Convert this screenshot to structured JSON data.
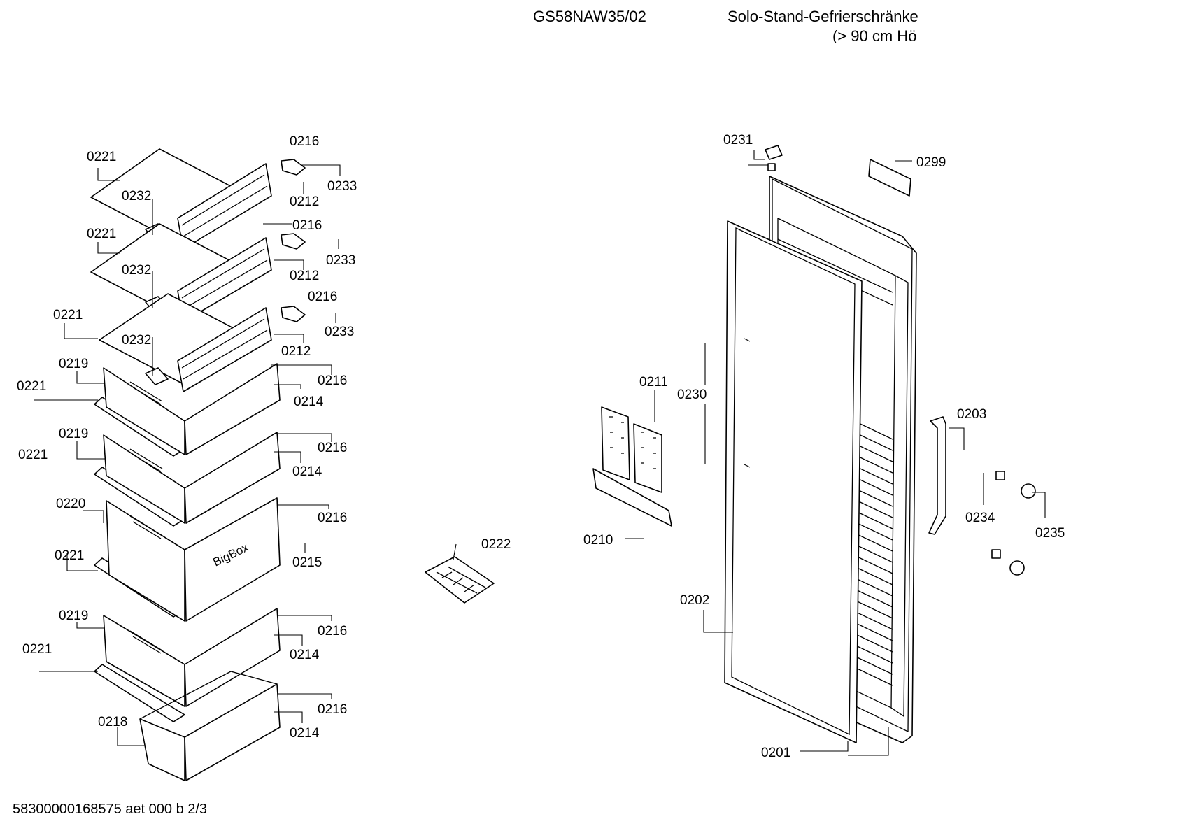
{
  "header": {
    "model": "GS58NAW35/02",
    "category": "Solo-Stand-Gefrierschränke",
    "category_cont": "(> 90 cm Hö"
  },
  "footer": {
    "doc_id": "58300000168575 aet 000 b 2/3"
  },
  "drawer_print": "BigBox",
  "labels": [
    "0221",
    "0232",
    "0216",
    "0233",
    "0212",
    "0221",
    "0232",
    "0216",
    "0233",
    "0212",
    "0221",
    "0232",
    "0216",
    "0233",
    "0212",
    "0219",
    "0221",
    "0216",
    "0214",
    "0219",
    "0221",
    "0216",
    "0214",
    "0220",
    "0221",
    "0216",
    "0215",
    "0219",
    "0221",
    "0216",
    "0214",
    "0218",
    "0216",
    "0214",
    "0222",
    "0231",
    "0299",
    "0211",
    "0230",
    "0210",
    "0202",
    "0201",
    "0203",
    "0234",
    "0235"
  ]
}
